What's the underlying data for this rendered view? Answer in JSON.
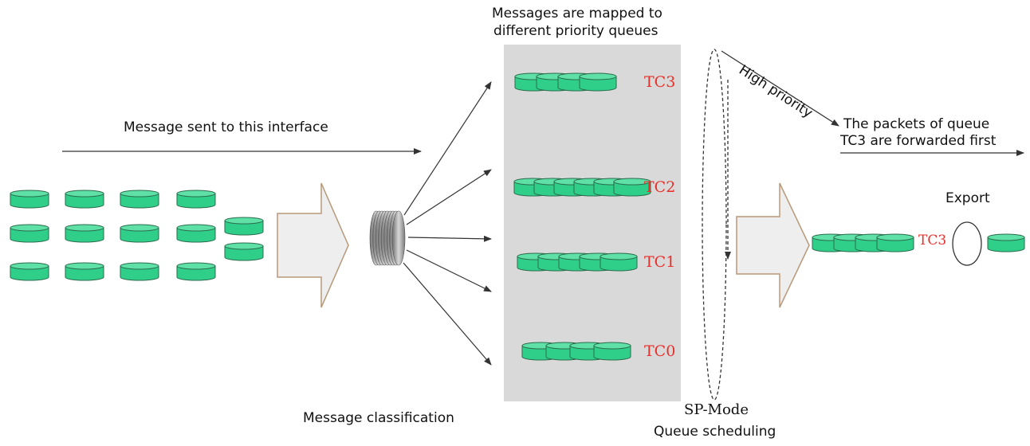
{
  "labels": {
    "queue_title_line1": "Messages are mapped to",
    "queue_title_line2": "different priority queues",
    "message_sent": "Message sent to this interface",
    "message_classification": "Message classification",
    "sp_mode": "SP-Mode",
    "queue_scheduling": "Queue scheduling",
    "high_priority": "High priority",
    "forward_line1": "The packets of queue",
    "forward_line2": "TC3 are forwarded first",
    "export": "Export"
  },
  "queues": [
    {
      "name": "TC3",
      "packets": 4
    },
    {
      "name": "TC2",
      "packets": 6
    },
    {
      "name": "TC1",
      "packets": 5
    },
    {
      "name": "TC0",
      "packets": 4
    }
  ],
  "output_queue": {
    "name": "TC3",
    "packets": 4
  },
  "incoming_packets": 14,
  "colors": {
    "packet_top": "#5fe0a6",
    "packet_side": "#2fcf8a",
    "packet_stroke": "#2a6b4c",
    "panel": "#d9d9d9",
    "tc_label": "#e8302a",
    "big_arrow_fill": "#eeeeee",
    "big_arrow_stroke": "#b89878"
  }
}
